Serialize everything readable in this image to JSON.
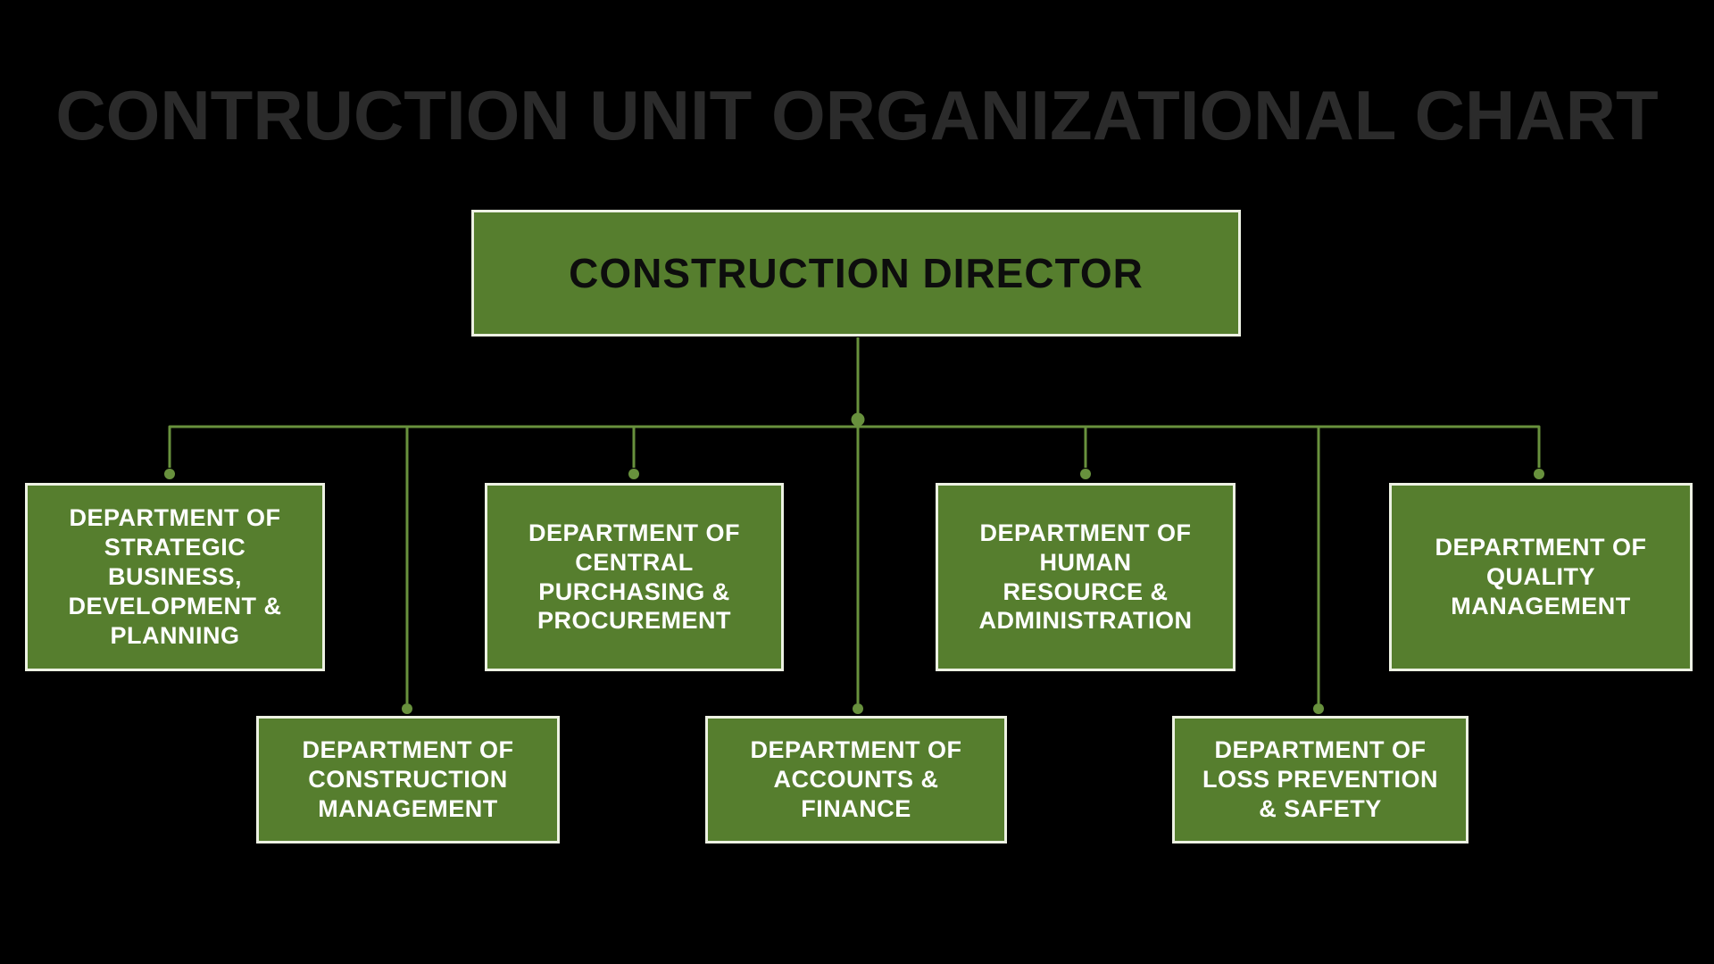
{
  "title": "CONTRUCTION UNIT ORGANIZATIONAL CHART",
  "colors": {
    "background": "#000000",
    "box_fill": "#567e2e",
    "box_border": "#edf1e3",
    "line": "#68913d",
    "title_text": "#2b2b2b",
    "director_text": "#0d0d0d",
    "department_text": "#ffffff"
  },
  "org": {
    "director": {
      "label": "CONSTRUCTION DIRECTOR"
    },
    "departments": [
      {
        "label": "DEPARTMENT OF\nSTRATEGIC\nBUSINESS,\nDEVELOPMENT &\nPLANNING"
      },
      {
        "label": "DEPARTMENT OF\nCENTRAL\nPURCHASING &\nPROCUREMENT"
      },
      {
        "label": "DEPARTMENT OF\nHUMAN\nRESOURCE &\nADMINISTRATION"
      },
      {
        "label": "DEPARTMENT OF\nQUALITY\nMANAGEMENT"
      },
      {
        "label": "DEPARTMENT OF\nCONSTRUCTION\nMANAGEMENT"
      },
      {
        "label": "DEPARTMENT OF\nACCOUNTS &\nFINANCE"
      },
      {
        "label": "DEPARTMENT OF\nLOSS PREVENTION\n& SAFETY"
      }
    ]
  }
}
